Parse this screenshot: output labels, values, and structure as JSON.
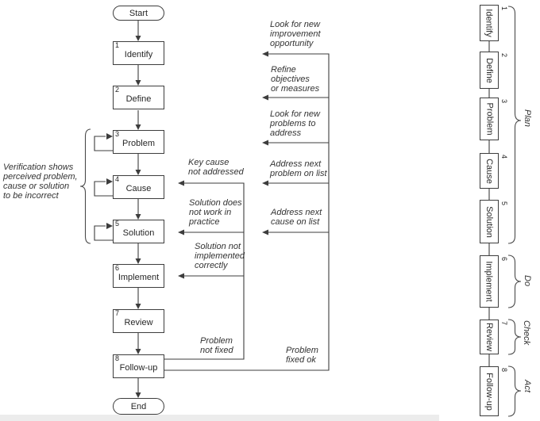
{
  "flow": {
    "start": "Start",
    "end": "End",
    "steps": [
      {
        "num": "1",
        "label": "Identify"
      },
      {
        "num": "2",
        "label": "Define"
      },
      {
        "num": "3",
        "label": "Problem"
      },
      {
        "num": "4",
        "label": "Cause"
      },
      {
        "num": "5",
        "label": "Solution"
      },
      {
        "num": "6",
        "label": "Implement"
      },
      {
        "num": "7",
        "label": "Review"
      },
      {
        "num": "8",
        "label": "Follow-up"
      }
    ],
    "side_note": "Verification shows\nperceived problem,\ncause or solution\nto be incorrect"
  },
  "feedback": {
    "inner": [
      "Key cause\nnot addressed",
      "Solution does\nnot work in\npractice",
      "Solution not\nimplemented\ncorrectly",
      "Problem\nnot fixed"
    ],
    "outer": [
      "Look for new\nimprovement\nopportunity",
      "Refine\nobjectives\nor measures",
      "Look for new\nproblems to\naddress",
      "Address next\nproblem on list",
      "Address next\ncause on list",
      "Problem\nfixed ok"
    ]
  },
  "pdca": {
    "steps": [
      {
        "num": "1",
        "label": "Identify"
      },
      {
        "num": "2",
        "label": "Define"
      },
      {
        "num": "3",
        "label": "Problem"
      },
      {
        "num": "4",
        "label": "Cause"
      },
      {
        "num": "5",
        "label": "Solution"
      },
      {
        "num": "6",
        "label": "Implement"
      },
      {
        "num": "7",
        "label": "Review"
      },
      {
        "num": "8",
        "label": "Follow-up"
      }
    ],
    "phases": [
      "Plan",
      "Do",
      "Check",
      "Act"
    ]
  },
  "colors": {
    "line": "#3d3d3d",
    "text": "#262626",
    "background": "#ffffff",
    "footer_strip": "#ececec"
  }
}
